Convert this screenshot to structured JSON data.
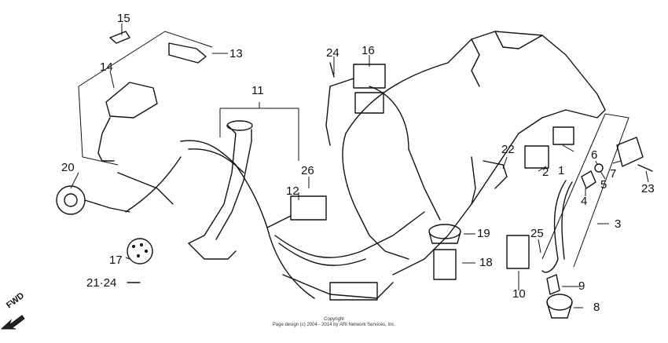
{
  "labels": {
    "l1": "1",
    "l2": "2",
    "l3": "3",
    "l4": "4",
    "l5": "5",
    "l6": "6",
    "l7": "7",
    "l8": "8",
    "l9": "9",
    "l10": "10",
    "l11": "11",
    "l12": "12",
    "l13": "13",
    "l14": "14",
    "l15": "15",
    "l16": "16",
    "l17": "17",
    "l18": "18",
    "l19": "19",
    "l20": "20",
    "l21_24": "21·24",
    "l22": "22",
    "l23": "23",
    "l24": "24",
    "l25": "25",
    "l26": "26"
  },
  "fwd_label": "FWD",
  "copyright": {
    "line1": "Copyright",
    "line2": "Page design (c) 2004 - 2014 by ARI Network Services, Inc."
  }
}
